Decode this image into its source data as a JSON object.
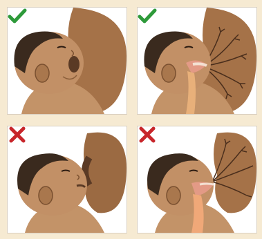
{
  "panels": [
    {
      "position": "top-left",
      "status": "correct",
      "icon": "check-icon",
      "view": "exterior",
      "color": "#2e9a3a"
    },
    {
      "position": "top-right",
      "status": "correct",
      "icon": "check-icon",
      "view": "cross-section",
      "color": "#2e9a3a"
    },
    {
      "position": "bottom-left",
      "status": "incorrect",
      "icon": "cross-icon",
      "view": "exterior",
      "color": "#c8262b"
    },
    {
      "position": "bottom-right",
      "status": "incorrect",
      "icon": "cross-icon",
      "view": "cross-section",
      "color": "#c8262b"
    }
  ],
  "colors": {
    "background": "#f6ead2",
    "skin": "#b98a5e",
    "skin_dark": "#8b5f3a",
    "hair": "#3a2a1e",
    "breast": "#9b6a42",
    "areola": "#5a3a25",
    "mouth_inner": "#e8a77e",
    "throat": "#e8b07a"
  }
}
